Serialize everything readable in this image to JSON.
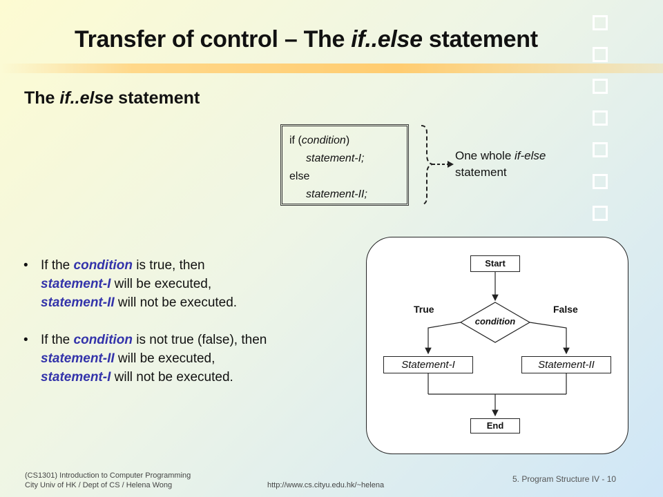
{
  "slide": {
    "title_prefix": "Transfer of control – The ",
    "title_em": "if..else",
    "title_suffix": " statement"
  },
  "section": {
    "heading_prefix": "The ",
    "heading_em": "if..else",
    "heading_suffix": " statement"
  },
  "code": {
    "line1_a": "if (",
    "line1_em": "condition",
    "line1_b": ")",
    "line2": "statement-I;",
    "line3": "else",
    "line4": "statement-II;"
  },
  "annotation": {
    "line1_a": "One whole ",
    "line1_em": "if-else",
    "line2": "statement"
  },
  "bullets": [
    {
      "p1": "If the ",
      "kw1": "condition",
      "p2": " is true, then",
      "kw2": "statement-I",
      "p3": " will be executed,",
      "kw3": "statement-II",
      "p4": " will not be executed."
    },
    {
      "p1": "If the ",
      "kw1": "condition",
      "p2": " is not true (false), then",
      "kw2": "statement-II",
      "p3": " will be executed,",
      "kw3": "statement-I",
      "p4": " will not be executed."
    }
  ],
  "flowchart": {
    "start": "Start",
    "condition": "condition",
    "true_label": "True",
    "false_label": "False",
    "statement1": "Statement-I",
    "statement2": "Statement-II",
    "end": "End"
  },
  "footer": {
    "course": "(CS1301) Introduction to Computer Programming",
    "dept": "City Univ of HK / Dept of CS / Helena Wong",
    "url": "http://www.cs.cityu.edu.hk/~helena",
    "page": "5. Program Structure IV - 10"
  },
  "colors": {
    "keyword": "#3333aa",
    "title_bar": "#ffcc70"
  }
}
